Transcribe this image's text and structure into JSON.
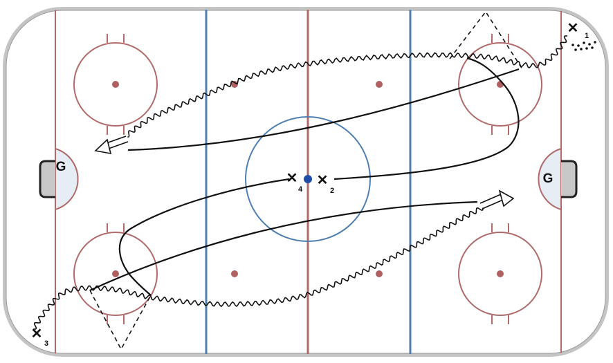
{
  "colors": {
    "boards": "#b9b9b9",
    "ice": "#ffffff",
    "red_line": "#b06a6a",
    "blue_line": "#4f7fb0",
    "center_dot": "#1f4ea8",
    "faceoff_dot": "#b06060",
    "crease_fill": "#e6edf5",
    "path": "#111111"
  },
  "goalies": {
    "left_label": "G",
    "right_label": "G"
  },
  "players": [
    {
      "id": "p1",
      "mark": "✕",
      "number": "1"
    },
    {
      "id": "p2",
      "mark": "✕",
      "number": "2"
    },
    {
      "id": "p3",
      "mark": "✕",
      "number": "3"
    },
    {
      "id": "p4",
      "mark": "✕",
      "number": "4"
    }
  ],
  "legend": {
    "skate_with_puck": "wavy line",
    "skate_without_puck": "solid line",
    "pass": "dashed line",
    "shot": "double arrow"
  }
}
